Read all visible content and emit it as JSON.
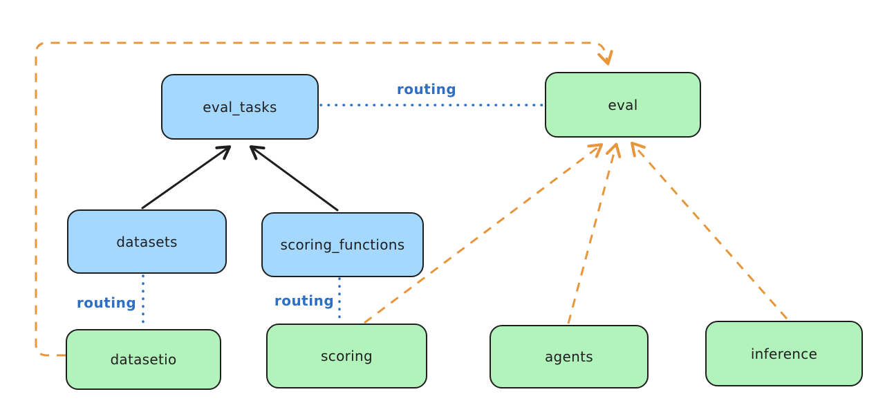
{
  "diagram": {
    "nodes": [
      {
        "id": "eval_tasks",
        "label": "eval_tasks",
        "fill": "#a5d8ff"
      },
      {
        "id": "eval",
        "label": "eval",
        "fill": "#b2f2bb"
      },
      {
        "id": "datasets",
        "label": "datasets",
        "fill": "#a5d8ff"
      },
      {
        "id": "scoring_functions",
        "label": "scoring_functions",
        "fill": "#a5d8ff"
      },
      {
        "id": "datasetio",
        "label": "datasetio",
        "fill": "#b2f2bb"
      },
      {
        "id": "scoring",
        "label": "scoring",
        "fill": "#b2f2bb"
      },
      {
        "id": "agents",
        "label": "agents",
        "fill": "#b2f2bb"
      },
      {
        "id": "inference",
        "label": "inference",
        "fill": "#b2f2bb"
      }
    ],
    "edges": [
      {
        "from": "datasets",
        "to": "eval_tasks",
        "style": "solid-arrow",
        "color": "#1e1e1e"
      },
      {
        "from": "scoring_functions",
        "to": "eval_tasks",
        "style": "solid-arrow",
        "color": "#1e1e1e"
      },
      {
        "from": "eval_tasks",
        "to": "eval",
        "style": "dotted",
        "color": "#2e6fc2",
        "label": "routing"
      },
      {
        "from": "datasets",
        "to": "datasetio",
        "style": "dotted",
        "color": "#2e6fc2",
        "label": "routing"
      },
      {
        "from": "scoring_functions",
        "to": "scoring",
        "style": "dotted",
        "color": "#2e6fc2",
        "label": "routing"
      },
      {
        "from": "datasetio",
        "to": "eval",
        "style": "dashed-arrow",
        "color": "#e8963c"
      },
      {
        "from": "scoring",
        "to": "eval",
        "style": "dashed-arrow",
        "color": "#e8963c"
      },
      {
        "from": "agents",
        "to": "eval",
        "style": "dashed-arrow",
        "color": "#e8963c"
      },
      {
        "from": "inference",
        "to": "eval",
        "style": "dashed-arrow",
        "color": "#e8963c"
      }
    ],
    "edge_labels": [
      {
        "id": "routing-top",
        "text": "routing"
      },
      {
        "id": "routing-left",
        "text": "routing"
      },
      {
        "id": "routing-mid",
        "text": "routing"
      }
    ],
    "colors": {
      "node_blue_fill": "#a5d8ff",
      "node_green_fill": "#b2f2bb",
      "node_stroke": "#1e1e1e",
      "solid_arrow": "#1e1e1e",
      "dashed_arrow_orange": "#e8963c",
      "routing_blue": "#2e6fc2",
      "background": "#ffffff"
    }
  }
}
